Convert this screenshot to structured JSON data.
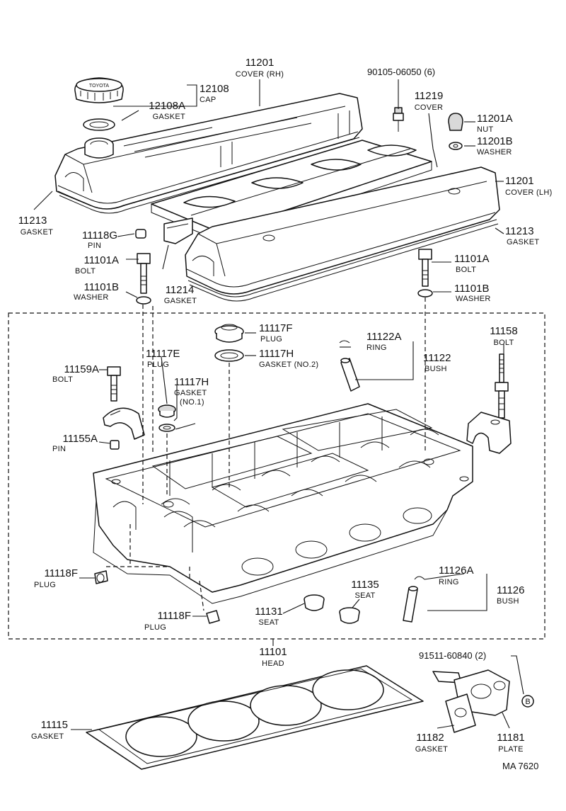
{
  "callouts": [
    {
      "id": "c11201rh",
      "num": "11201",
      "name": "COVER (RH)"
    },
    {
      "id": "c12108",
      "num": "12108",
      "name": "CAP"
    },
    {
      "id": "c12108a",
      "num": "12108A",
      "name": "GASKET"
    },
    {
      "id": "c90105",
      "num": "90105-06050 (6)",
      "name": ""
    },
    {
      "id": "c11219",
      "num": "11219",
      "name": "COVER"
    },
    {
      "id": "c11201a",
      "num": "11201A",
      "name": "NUT"
    },
    {
      "id": "c11201b",
      "num": "11201B",
      "name": "WASHER"
    },
    {
      "id": "c11201lh",
      "num": "11201",
      "name": "COVER (LH)"
    },
    {
      "id": "c11213l",
      "num": "11213",
      "name": "GASKET"
    },
    {
      "id": "c11213r",
      "num": "11213",
      "name": "GASKET"
    },
    {
      "id": "c11118g",
      "num": "11118G",
      "name": "PIN"
    },
    {
      "id": "c11101al",
      "num": "11101A",
      "name": "BOLT"
    },
    {
      "id": "c11101bl",
      "num": "11101B",
      "name": "WASHER"
    },
    {
      "id": "c11214",
      "num": "11214",
      "name": "GASKET"
    },
    {
      "id": "c11101ar",
      "num": "11101A",
      "name": "BOLT"
    },
    {
      "id": "c11101br",
      "num": "11101B",
      "name": "WASHER"
    },
    {
      "id": "c11117f",
      "num": "11117F",
      "name": "PLUG"
    },
    {
      "id": "c11117h2",
      "num": "11117H",
      "name": "GASKET (NO.2)"
    },
    {
      "id": "c11122a",
      "num": "11122A",
      "name": "RING"
    },
    {
      "id": "c11122",
      "num": "11122",
      "name": "BUSH"
    },
    {
      "id": "c11158",
      "num": "11158",
      "name": "BOLT"
    },
    {
      "id": "c11117e",
      "num": "11117E",
      "name": "PLUG"
    },
    {
      "id": "c11117h1",
      "num": "11117H",
      "name": "GASKET"
    },
    {
      "id": "c11159a",
      "num": "11159A",
      "name": "BOLT"
    },
    {
      "id": "c11155a",
      "num": "11155A",
      "name": "PIN"
    },
    {
      "id": "c11118f1",
      "num": "11118F",
      "name": "PLUG"
    },
    {
      "id": "c11135",
      "num": "11135",
      "name": "SEAT"
    },
    {
      "id": "c11126a",
      "num": "11126A",
      "name": "RING"
    },
    {
      "id": "c11126",
      "num": "11126",
      "name": "BUSH"
    },
    {
      "id": "c11131",
      "num": "11131",
      "name": "SEAT"
    },
    {
      "id": "c11118f2",
      "num": "11118F",
      "name": "PLUG"
    },
    {
      "id": "c11101",
      "num": "11101",
      "name": "HEAD"
    },
    {
      "id": "c91511",
      "num": "91511-60840 (2)",
      "name": ""
    },
    {
      "id": "c11115",
      "num": "11115",
      "name": "GASKET"
    },
    {
      "id": "c11182",
      "num": "11182",
      "name": "GASKET"
    },
    {
      "id": "c11181",
      "num": "11181",
      "name": "PLATE"
    }
  ],
  "gasket_no1_note": "(NO.1)",
  "cap_logo_text": "TOYOTA",
  "ref_marker": "B",
  "figure_code": "MA  7620"
}
